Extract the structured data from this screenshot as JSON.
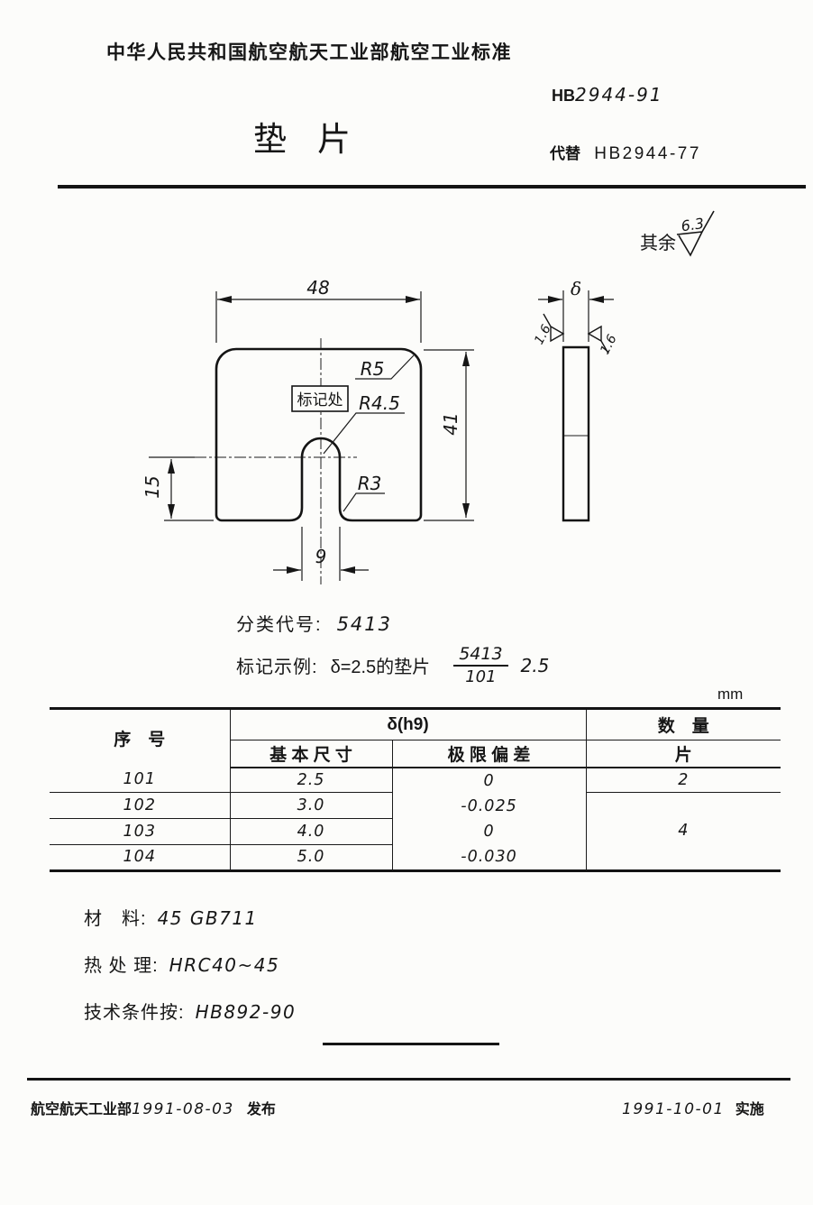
{
  "page": {
    "standard_header": "中华人民共和国航空航天工业部航空工业标准",
    "title": "垫片",
    "doc_number_prefix": "HB",
    "doc_number_value": "2944-91",
    "replaces_label": "代替",
    "replaces_number": "HB2944-77"
  },
  "drawing": {
    "front_view": {
      "width_dim": "48",
      "height_dim": "41",
      "slot_depth_dim": "15",
      "slot_width_dim": "9",
      "corner_radius": "R5",
      "slot_top_radius": "R4.5",
      "slot_bottom_radius": "R3",
      "mark_box_label": "标记处"
    },
    "side_view": {
      "thickness_dim": "δ",
      "left_surface_finish": "1.6",
      "right_surface_finish": "1.6"
    },
    "general_finish": {
      "label": "其余",
      "value": "6.3"
    }
  },
  "classification": {
    "label": "分类代号:",
    "value": "5413"
  },
  "marking": {
    "label": "标记示例:",
    "desc": "δ=2.5的垫片",
    "fraction_top": "5413",
    "fraction_bottom": "101",
    "suffix": "2.5"
  },
  "table": {
    "unit": "mm",
    "col_serial": "序　号",
    "col_delta": "δ(h9)",
    "col_basic": "基 本 尺 寸",
    "col_deviation": "极 限 偏 差",
    "col_qty": "数　量",
    "col_qty_unit": "片",
    "rows": [
      {
        "serial": "101",
        "basic": "2.5"
      },
      {
        "serial": "102",
        "basic": "3.0"
      },
      {
        "serial": "103",
        "basic": "4.0"
      },
      {
        "serial": "104",
        "basic": "5.0"
      }
    ],
    "deviation_groups": [
      {
        "upper": "0",
        "lower": "-0.025"
      },
      {
        "upper": "0",
        "lower": "-0.030"
      }
    ],
    "qty_values": [
      "2",
      "4"
    ]
  },
  "notes": {
    "material_label": "材　料:",
    "material_value": "45 GB711",
    "heat_label": "热 处 理:",
    "heat_value": "HRC40~45",
    "tech_label": "技术条件按:",
    "tech_value": "HB892-90"
  },
  "footer": {
    "issued_by": "航空航天工业部",
    "issue_date": "1991-08-03",
    "issue_label": "发布",
    "impl_date": "1991-10-01",
    "impl_label": "实施"
  }
}
